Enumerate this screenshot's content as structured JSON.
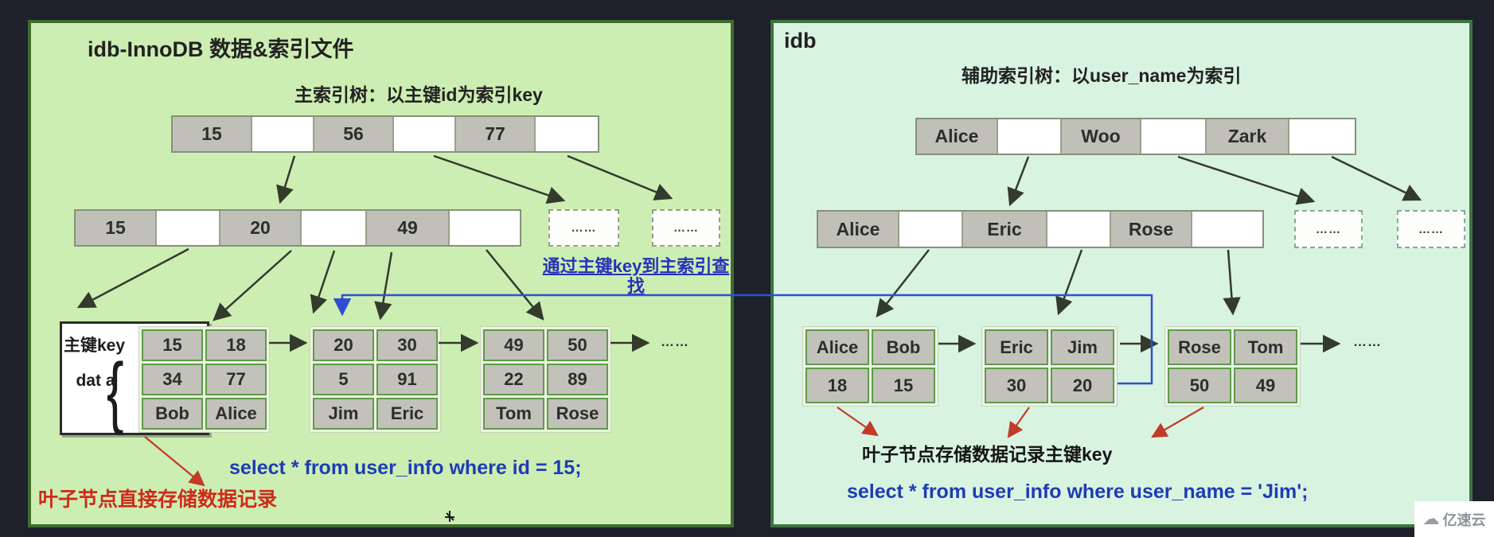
{
  "colors": {
    "background": "#1e212b",
    "left_panel_bg": "#cdeeb2",
    "right_panel_bg": "#d9f3e1",
    "panel_border_green": "#3f6b2f",
    "cell_gray": "#c0c0b8",
    "leaf_border_green": "#5f9b49",
    "sql_blue": "#1d3cb5",
    "note_red": "#ce2b1a",
    "connector_blue": "#2f4fd0"
  },
  "left_panel": {
    "title": "idb-InnoDB 数据&索引文件",
    "subtitle": "主索引树：以主键id为索引key",
    "root_node": {
      "cells": [
        "15",
        "",
        "56",
        "",
        "77",
        ""
      ]
    },
    "level2_node": {
      "cells": [
        "15",
        "",
        "20",
        "",
        "49",
        ""
      ]
    },
    "overflow_boxes": [
      "……",
      "……"
    ],
    "label_box": {
      "key_label": "主键key",
      "data_label": "dat a",
      "brace": "{"
    },
    "leaves": [
      {
        "rows": [
          [
            "15",
            "18"
          ],
          [
            "34",
            "77"
          ],
          [
            "Bob",
            "Alice"
          ]
        ]
      },
      {
        "rows": [
          [
            "20",
            "30"
          ],
          [
            "5",
            "91"
          ],
          [
            "Jim",
            "Eric"
          ]
        ]
      },
      {
        "rows": [
          [
            "49",
            "50"
          ],
          [
            "22",
            "89"
          ],
          [
            "Tom",
            "Rose"
          ]
        ]
      }
    ],
    "leaf_chain_ellipsis": "……",
    "sql": "select  * from user_info  where id = 15;",
    "red_note": "叶子节点直接存储数据记录"
  },
  "right_panel": {
    "title": "idb",
    "subtitle": "辅助索引树：以user_name为索引",
    "root_node": {
      "cells": [
        "Alice",
        "",
        "Woo",
        "",
        "Zark",
        ""
      ]
    },
    "level2_node": {
      "cells": [
        "Alice",
        "",
        "Eric",
        "",
        "Rose",
        ""
      ]
    },
    "overflow_boxes": [
      "……",
      "……"
    ],
    "leaves": [
      {
        "rows": [
          [
            "Alice",
            "Bob"
          ],
          [
            "18",
            "15"
          ]
        ]
      },
      {
        "rows": [
          [
            "Eric",
            "Jim"
          ],
          [
            "30",
            "20"
          ]
        ]
      },
      {
        "rows": [
          [
            "Rose",
            "Tom"
          ],
          [
            "50",
            "49"
          ]
        ]
      }
    ],
    "leaf_chain_ellipsis": "……",
    "black_note": "叶子节点存储数据记录主键key",
    "sql": "select  * from user_info  where user_name = 'Jim';"
  },
  "connector_note": {
    "line1": "通过主键key到主索引查",
    "line2": "找"
  },
  "watermark": {
    "text": "亿速云"
  }
}
